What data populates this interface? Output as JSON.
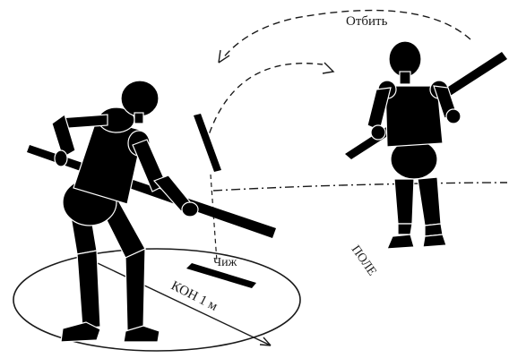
{
  "labels": {
    "otbit": "Отбить",
    "chizh": "Чиж",
    "kon": "КОН 1 м",
    "pole": "ПОЛЕ"
  },
  "colors": {
    "figure": "#000000",
    "line": "#1a1a1a",
    "background": "#ffffff"
  }
}
